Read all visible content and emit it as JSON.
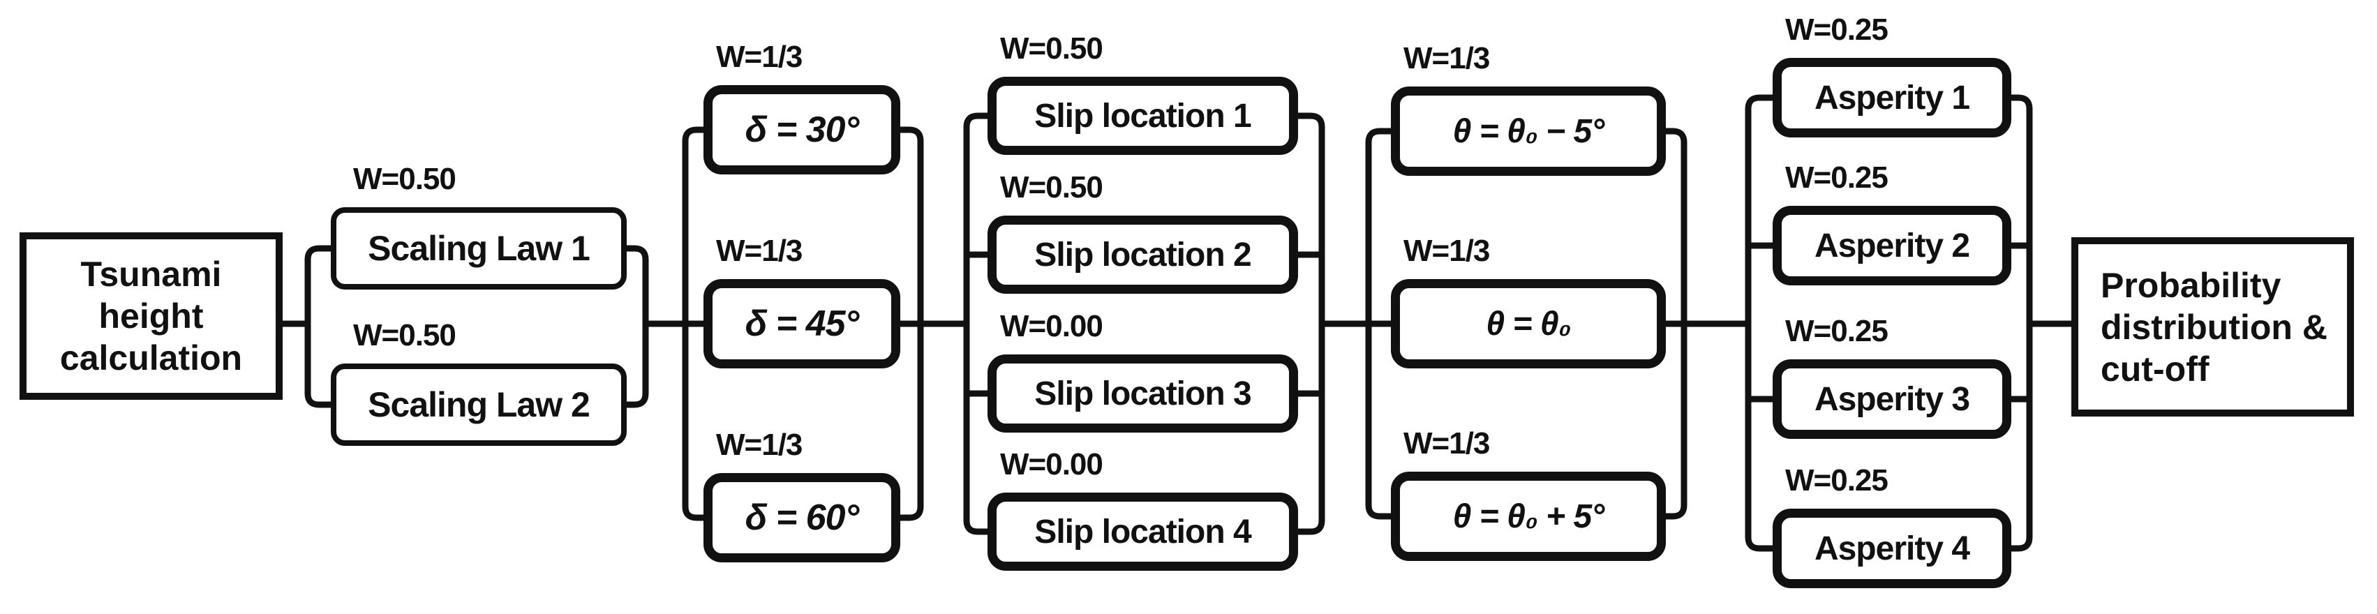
{
  "colors": {
    "ink": "#111111",
    "background": "#ffffff"
  },
  "source": {
    "label": "Tsunami height calculation"
  },
  "sink": {
    "label": "Probability distribution & cut-off"
  },
  "stages": [
    {
      "id": "scaling-law",
      "nodes": [
        {
          "weight": "W=0.50",
          "label": "Scaling Law 1"
        },
        {
          "weight": "W=0.50",
          "label": "Scaling Law 2"
        }
      ]
    },
    {
      "id": "dip-angle",
      "nodes": [
        {
          "weight": "W=1/3",
          "label": "δ = 30°"
        },
        {
          "weight": "W=1/3",
          "label": "δ = 45°"
        },
        {
          "weight": "W=1/3",
          "label": "δ = 60°"
        }
      ]
    },
    {
      "id": "slip-location",
      "nodes": [
        {
          "weight": "W=0.50",
          "label": "Slip location 1"
        },
        {
          "weight": "W=0.50",
          "label": "Slip location 2"
        },
        {
          "weight": "W=0.00",
          "label": "Slip location 3"
        },
        {
          "weight": "W=0.00",
          "label": "Slip location 4"
        }
      ]
    },
    {
      "id": "strike-angle",
      "nodes": [
        {
          "weight": "W=1/3",
          "label": "θ = θ₀ − 5°"
        },
        {
          "weight": "W=1/3",
          "label": "θ = θ₀"
        },
        {
          "weight": "W=1/3",
          "label": "θ = θ₀ + 5°"
        }
      ]
    },
    {
      "id": "asperity",
      "nodes": [
        {
          "weight": "W=0.25",
          "label": "Asperity 1"
        },
        {
          "weight": "W=0.25",
          "label": "Asperity 2"
        },
        {
          "weight": "W=0.25",
          "label": "Asperity 3"
        },
        {
          "weight": "W=0.25",
          "label": "Asperity 4"
        }
      ]
    }
  ]
}
